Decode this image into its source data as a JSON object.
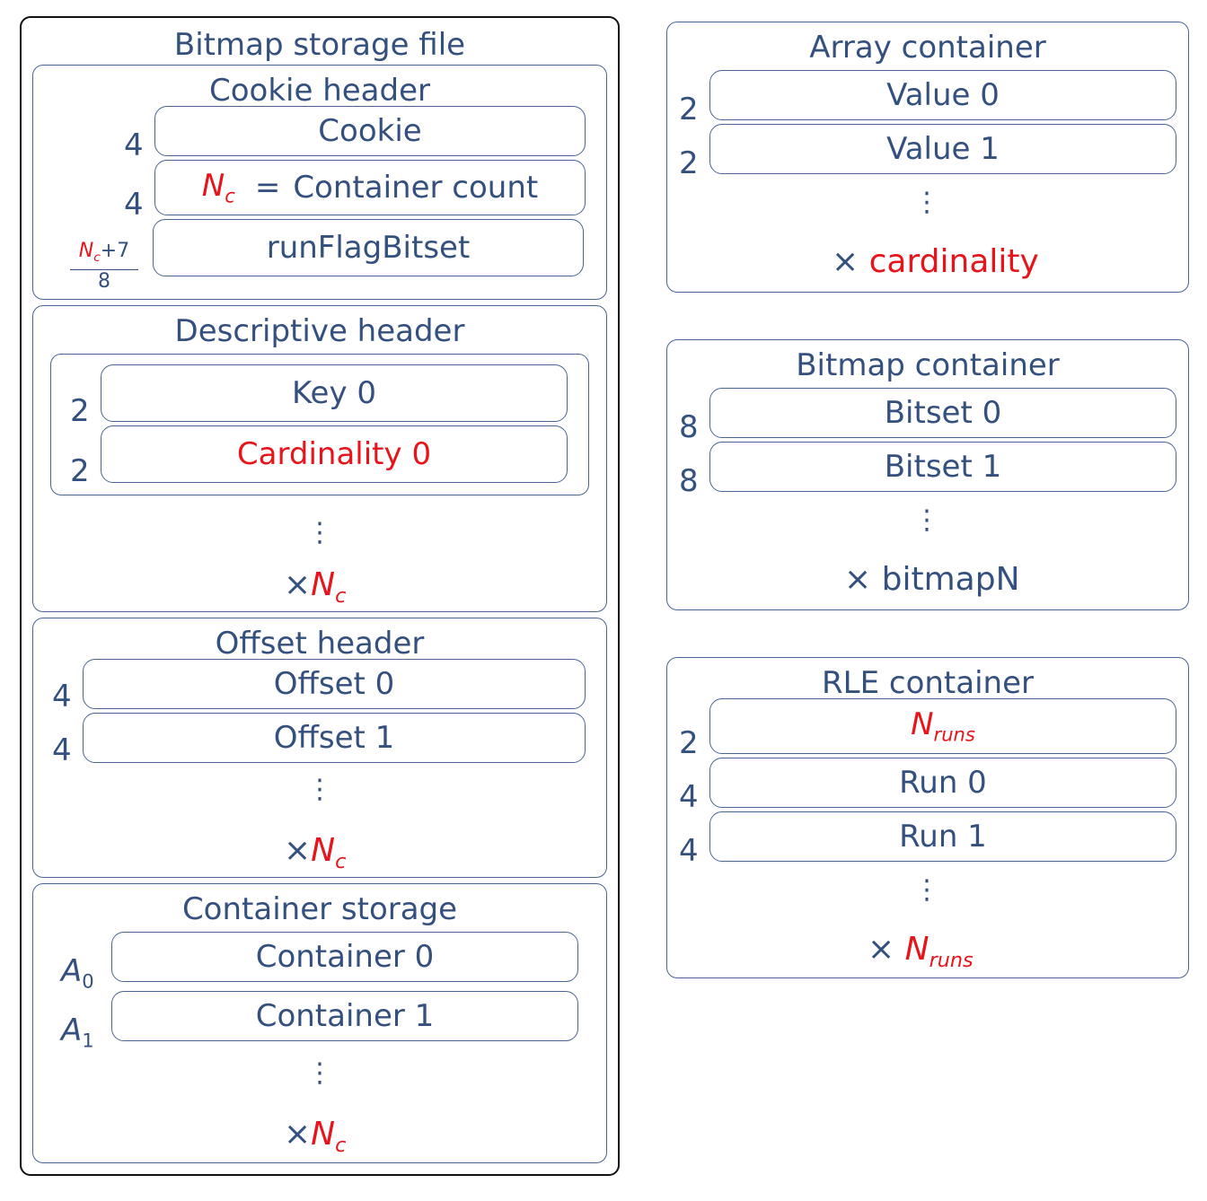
{
  "bitmap_file": {
    "title": "Bitmap storage file",
    "cookie_header": {
      "title": "Cookie header",
      "cookie": {
        "size": "4",
        "label": "Cookie"
      },
      "container_count": {
        "size": "4",
        "var": "N",
        "var_sub": "c",
        "eq": "=",
        "label": "Container count"
      },
      "run_flag": {
        "frac_var": "N",
        "frac_sub": "c",
        "frac_num_rest": "+7",
        "frac_den": "8",
        "label": "runFlagBitset"
      }
    },
    "descriptive_header": {
      "title": "Descriptive header",
      "key": {
        "size": "2",
        "label": "Key 0"
      },
      "cardinality": {
        "size": "2",
        "label": "Cardinality 0"
      },
      "dots": "⋮",
      "times": "×",
      "mult_var": "N",
      "mult_sub": "c"
    },
    "offset_header": {
      "title": "Offset header",
      "offset0": {
        "size": "4",
        "label": "Offset 0"
      },
      "offset1": {
        "size": "4",
        "label": "Offset 1"
      },
      "dots": "⋮",
      "times": "×",
      "mult_var": "N",
      "mult_sub": "c"
    },
    "container_storage": {
      "title": "Container storage",
      "container0": {
        "addr_var": "A",
        "addr_sub": "0",
        "label": "Container 0"
      },
      "container1": {
        "addr_var": "A",
        "addr_sub": "1",
        "label": "Container 1"
      },
      "dots": "⋮",
      "times": "×",
      "mult_var": "N",
      "mult_sub": "c"
    }
  },
  "array_container": {
    "title": "Array container",
    "value0": {
      "size": "2",
      "label": "Value 0"
    },
    "value1": {
      "size": "2",
      "label": "Value 1"
    },
    "dots": "⋮",
    "times": "×",
    "mult": "cardinality"
  },
  "bitmap_container": {
    "title": "Bitmap container",
    "bitset0": {
      "size": "8",
      "label": "Bitset 0"
    },
    "bitset1": {
      "size": "8",
      "label": "Bitset 1"
    },
    "dots": "⋮",
    "times": "×",
    "mult": "bitmapN"
  },
  "rle_container": {
    "title": "RLE container",
    "nruns": {
      "size": "2",
      "var": "N",
      "var_sub": "runs"
    },
    "run0": {
      "size": "4",
      "label": "Run 0"
    },
    "run1": {
      "size": "4",
      "label": "Run 1"
    },
    "dots": "⋮",
    "times": "×",
    "mult_var": "N",
    "mult_sub": "runs"
  },
  "colors": {
    "frame": "#4a6391",
    "text": "#34507e",
    "highlight": "#e8141b",
    "outer": "#111111"
  }
}
